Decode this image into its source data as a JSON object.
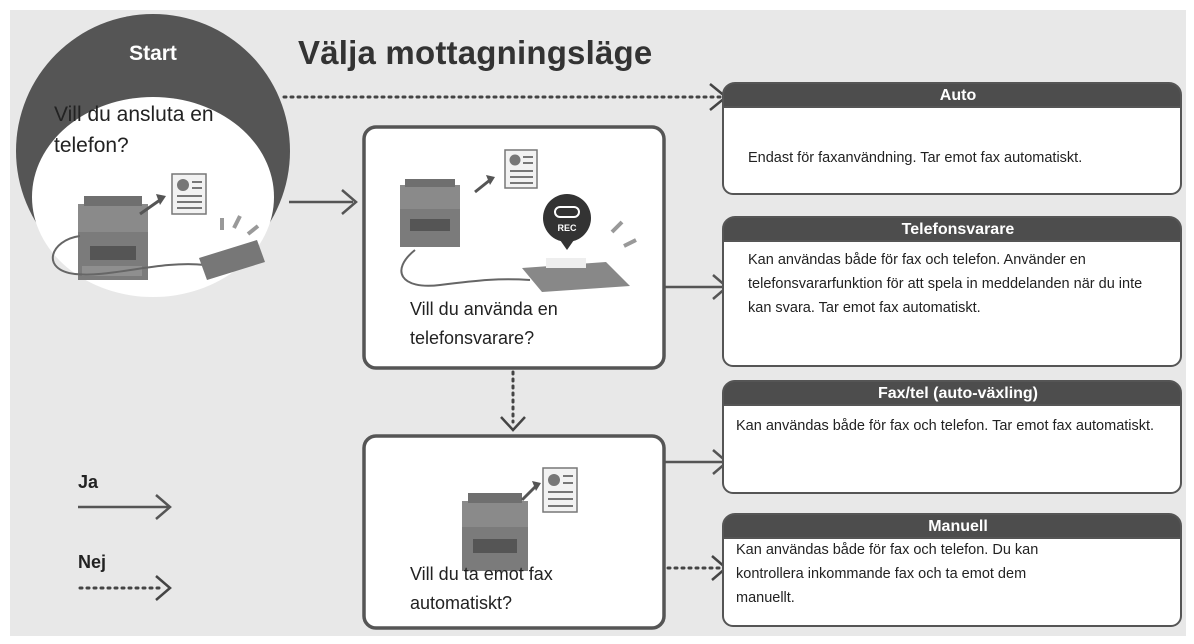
{
  "title": "Välja mottagningsläge",
  "start": {
    "label": "Start",
    "question": "Vill du ansluta en telefon?"
  },
  "questions": {
    "answering_machine": "Vill du använda en telefonsvarare?",
    "receive_auto": "Vill du ta emot fax automatiskt?"
  },
  "rec_badge": "REC",
  "modes": [
    {
      "header": "Auto",
      "body": "Endast för faxanvändning. Tar emot fax automatiskt."
    },
    {
      "header": "Telefonsvarare",
      "body": "Kan användas både för fax och telefon. Använder en telefonsvararfunktion för att spela in meddelanden när du inte kan svara. Tar emot fax automatiskt."
    },
    {
      "header": "Fax/tel (auto-växling)",
      "body": "Kan användas både för fax och telefon. Tar emot fax automatiskt."
    },
    {
      "header": "Manuell",
      "body": "Kan användas både för fax och telefon. Du kan kontrollera inkommande fax och ta emot dem manuellt."
    }
  ],
  "legend": {
    "yes": "Ja",
    "no": "Nej"
  },
  "colors": {
    "background": "#e8e8e8",
    "dark": "#555555",
    "header": "#4d4d4d",
    "box_fill": "#ffffff"
  }
}
